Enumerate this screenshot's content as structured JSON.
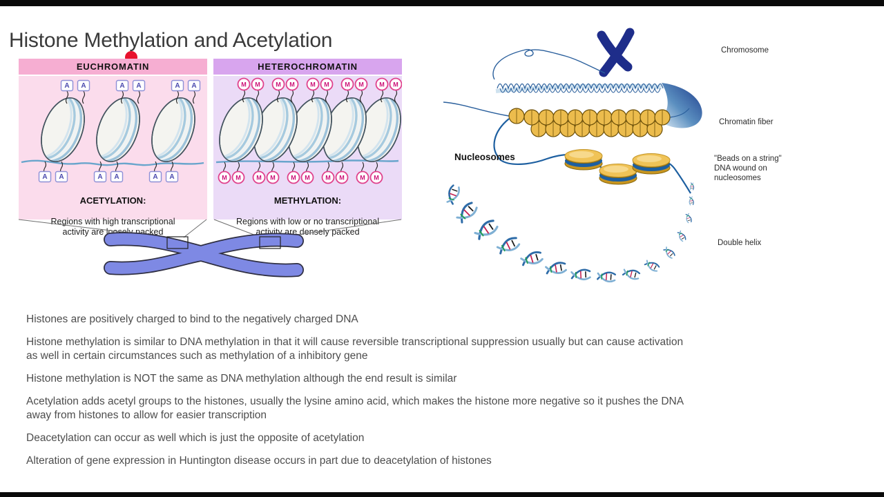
{
  "slide": {
    "title": "Histone Methylation and Acetylation",
    "bullets": [
      "Histones are positively charged to bind to the negatively charged DNA",
      "Histone methylation is similar to DNA methylation in that it will cause reversible transcriptional suppression usually but can cause activation\nas well in certain circumstances such as methylation of a inhibitory gene",
      "Histone methylation is NOT the same as DNA methylation although the end result is similar",
      "Acetylation adds acetyl groups to the histones, usually the lysine amino acid, which makes the histone more negative so it pushes the DNA\naway from histones to allow for easier transcription",
      "Deacetylation can occur as well which is just the opposite of acetylation",
      "Alteration of gene expression in Huntington disease occurs in part due to deacetylation of histones"
    ]
  },
  "comparison": {
    "euchromatin": {
      "header": "EUCHROMATIN",
      "tag_letter": "A",
      "caption_heading": "ACETYLATION:",
      "caption_body": "Regions with high transcriptional\nactivity are loosely packed",
      "nucleosome_count": 3
    },
    "heterochromatin": {
      "header": "HETEROCHROMATIN",
      "tag_letter": "M",
      "caption_heading": "METHYLATION:",
      "caption_body": "Regions with low or no transcriptional\nactivity are densely packed",
      "nucleosome_count": 5
    }
  },
  "packaging_labels": {
    "chromosome": "Chromosome",
    "chromatin_fiber": "Chromatin fiber",
    "beads_on_string": "\"Beads on a string\"\nDNA wound on\nnucleosomes",
    "nucleosomes": "Nucleosomes",
    "double_helix": "Double helix"
  },
  "colors": {
    "laser": "#e8112d",
    "pink_header": "#f6aed2",
    "pink_body": "#fbdcec",
    "purple_header": "#d8a5ee",
    "purple_body": "#ebdbf7",
    "a_tag": "#8d8fd6",
    "a_tag_letter": "#4a4aad",
    "m_tag": "#e0418c",
    "m_tag_letter": "#cc1177",
    "dna_string": "#69a5cc",
    "chromosome_blue": "#7e89e4",
    "navy": "#1e2d8a",
    "gold": "#ecbc4d",
    "helix_dark": "#2e6ca8",
    "helix_light": "#7fb0d4",
    "rung_green": "#1f9e50",
    "rung_red": "#c22050",
    "text_dark": "#3a3a3a",
    "text_gray": "#4d4d4d"
  }
}
